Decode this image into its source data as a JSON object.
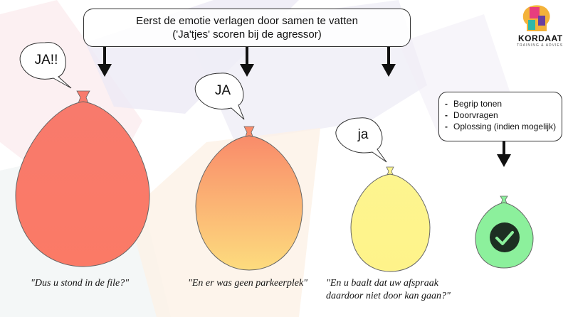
{
  "header": {
    "line1": "Eerst de emotie verlagen door samen te vatten",
    "line2": "('Ja'tjes' scoren bij de agressor)"
  },
  "logo": {
    "name": "KORDAAT",
    "tagline": "TRAINING & ADVIES"
  },
  "balloons": [
    {
      "bubble": "JA!!",
      "caption": "\"Dus u stond in de file?\"",
      "color_top": "#f87a6c",
      "color_bottom": "#fb7a66"
    },
    {
      "bubble": "JA",
      "caption": "\"En er was geen parkeerplek\"",
      "color_top": "#f98b6a",
      "color_bottom": "#fddc7e"
    },
    {
      "bubble": "ja",
      "caption_line1": "\"En u baalt dat uw afspraak",
      "caption_line2": "daardoor niet door kan gaan?\"",
      "color_top": "#fdf58f",
      "color_bottom": "#fdf58f"
    },
    {
      "icon": "checkmark-icon",
      "color_top": "#8cf09c",
      "color_bottom": "#8cf09c"
    }
  ],
  "steps": {
    "items": [
      "Begrip tonen",
      "Doorvragen",
      "Oplossing  (indien mogelijk)"
    ],
    "bullet": "-"
  }
}
